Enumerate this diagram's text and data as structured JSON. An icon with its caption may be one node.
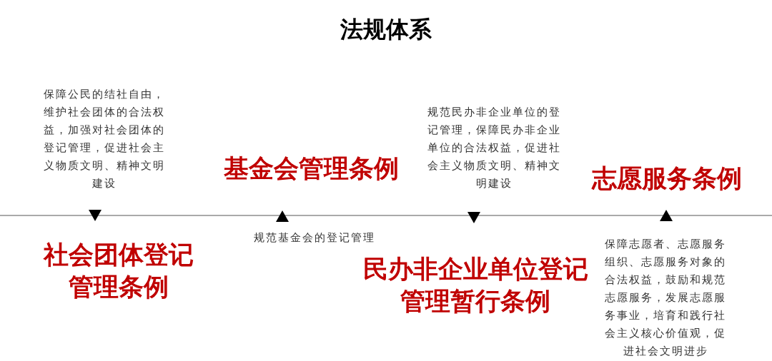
{
  "diagram": {
    "title": "法规体系",
    "labels": [
      "保障公民的结社自由，维护社会团体的合法权益，加强对社会团体的登记管理，促进社会主义物质文明、精神文明建设",
      "规范民办非企业单位的登记管理，保障民办非企业单位的合法权益，促进社会主义物质文明、精神文明建设",
      "基金会管理条例",
      "志愿服务条例",
      "规范基金会的登记管理",
      "保障志愿者、志愿服务组织、志愿服务对象的合法权益，鼓励和规范志愿服务，发展志愿服务事业，培育和践行社会主义核心价值观，促进社会文明进步",
      "社会团体登记管理条例",
      "民办非企业单位登记管理暂行条例"
    ]
  }
}
